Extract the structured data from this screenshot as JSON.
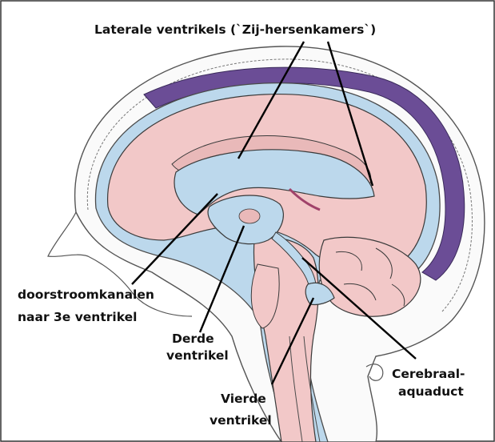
{
  "labels": {
    "lateral_ventricles": "Laterale ventrikels (`Zij-hersenkamers`)",
    "channels_line1": "doorstroomkanalen",
    "channels_line2": "naar 3e ventrikel",
    "third_line1": "Derde",
    "third_line2": "ventrikel",
    "fourth_line1": "Vierde",
    "fourth_line2": "ventrikel",
    "aqueduct_line1": "Cerebraal-",
    "aqueduct_line2": "aquaduct"
  },
  "colors": {
    "brain_tissue": "#f2c8c8",
    "ventricle_fluid": "#bcd8ec",
    "meninges_purple": "#6b4d96",
    "outline": "#3a3a3a",
    "pointer_line": "#000000"
  }
}
